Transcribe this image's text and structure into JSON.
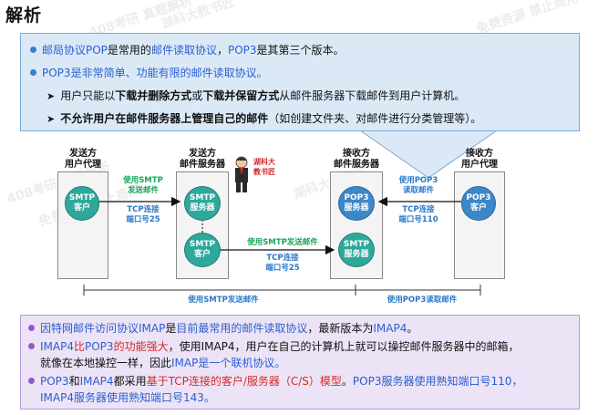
{
  "title": "解析",
  "top": {
    "l1": {
      "a": "邮局协议POP",
      "b": "是常用的",
      "c": "邮件读取协议",
      "d": "，",
      "e": "POP3",
      "f": "是其第三个版本。"
    },
    "l2": {
      "a": "POP3",
      "b": "是非常简单、功能有限的邮件读取协议。"
    },
    "l3": {
      "a": "用户只能以",
      "b": "下载并删除方式",
      "c": "或",
      "d": "下载并保留方式",
      "e": "从邮件服务器下载邮件到用户计算机。"
    },
    "l4": {
      "a": "不允许用户在邮件服务器上管理自己的邮件",
      "b": "（如创建文件夹、对邮件进行分类管理等）。"
    }
  },
  "diagram": {
    "heads": [
      "发送方\n用户代理",
      "发送方\n邮件服务器",
      "接收方\n邮件服务器",
      "接收方\n用户代理"
    ],
    "circles": {
      "smtp_client1": "SMTP\n客户",
      "smtp_server": "SMTP\n服务器",
      "smtp_client2": "SMTP\n客户",
      "smtp_server2": "SMTP\n服务器",
      "pop3_server": "POP3\n服务器",
      "pop3_client": "POP3\n客户"
    },
    "labels": {
      "use_smtp_send1": "使用SMTP\n发送邮件",
      "tcp1": "TCP连接\n端口号25",
      "use_smtp_send2": "使用SMTP发送邮件",
      "tcp2": "TCP连接\n端口号25",
      "use_pop3_read": "使用POP3\n读取邮件",
      "tcp3": "TCP连接\n端口号110",
      "bottom_smtp": "使用SMTP发送邮件",
      "bottom_pop3": "使用POP3读取邮件",
      "stamp": "湖科大\n教书匠"
    }
  },
  "bottom": {
    "l1": {
      "a": "因特网邮件访问协议IMAP",
      "b": "是",
      "c": "目前最常用的邮件读取协议",
      "d": "，最新版本为",
      "e": "IMAP4",
      "f": "。"
    },
    "l2": {
      "a": "IMAP4",
      "b": "比",
      "c": "POP3",
      "d": "的功能强大",
      "e": "，使用IMAP4，用户在自己的计算机上就可以操控邮件服务器中的邮箱，"
    },
    "l3": {
      "a": "就像在本地操控一样，因此",
      "b": "IMAP",
      "c": "是一个联机协议。"
    },
    "l4": {
      "a": "POP3",
      "b": "和",
      "c": "IMAP4",
      "d": "都采用",
      "e": "基于TCP连接的客户/服务器（C/S）模型",
      "f": "。",
      "g": "POP3服务器使用熟知端口号110，"
    },
    "l5": {
      "a": "IMAP4服务器使用熟知端口号143。"
    }
  },
  "watermarks": [
    "408考研 真题解析",
    "湖科大教书匠",
    "免费资源 禁止商用"
  ],
  "colors": {
    "blue": "#2a5fcf",
    "red": "#d42a2a",
    "green": "#1aa55a",
    "teal": "#2ea89a"
  }
}
